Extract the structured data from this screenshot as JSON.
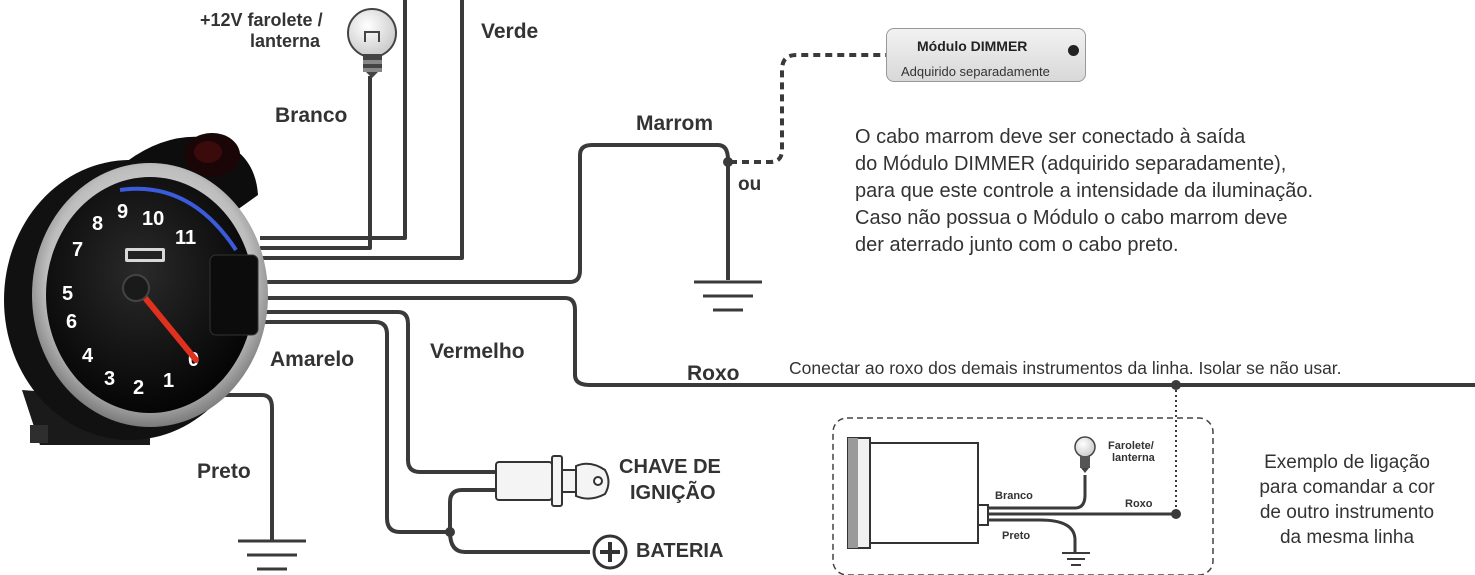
{
  "labels": {
    "farolete": "+12V farolete /",
    "lanterna": "lanterna",
    "verde": "Verde",
    "branco": "Branco",
    "marrom": "Marrom",
    "ou": "ou",
    "amarelo": "Amarelo",
    "vermelho": "Vermelho",
    "roxo": "Roxo",
    "preto": "Preto",
    "chave_line1": "CHAVE DE",
    "chave_line2": "IGNIÇÃO",
    "bateria": "BATERIA"
  },
  "dimmer": {
    "title": "Módulo DIMMER",
    "subtitle": "Adquirido separadamente"
  },
  "note": {
    "line1": "O cabo marrom deve ser conectado à saída",
    "line2": "do Módulo DIMMER (adquirido separadamente),",
    "line3": "para que este controle a intensidade da iluminação.",
    "line4": "Caso não possua o Módulo o cabo marrom deve",
    "line5": "der aterrado junto com o cabo preto."
  },
  "roxo_note": "Conectar ao roxo dos demais instrumentos da linha. Isolar se não usar.",
  "example": {
    "farolete1": "Farolete/",
    "farolete2": "lanterna",
    "branco": "Branco",
    "roxo": "Roxo",
    "preto": "Preto"
  },
  "example_caption": {
    "line1": "Exemplo de ligação",
    "line2": "para comandar a cor",
    "line3": "de outro instrumento",
    "line4": "da mesma linha"
  },
  "gauge": {
    "numbers": [
      "0",
      "1",
      "2",
      "3",
      "4",
      "5",
      "6",
      "7",
      "8",
      "9",
      "10",
      "11"
    ]
  },
  "colors": {
    "wire": "#3a3a3a",
    "gauge_face": "#111111",
    "needle": "#e0301e"
  }
}
